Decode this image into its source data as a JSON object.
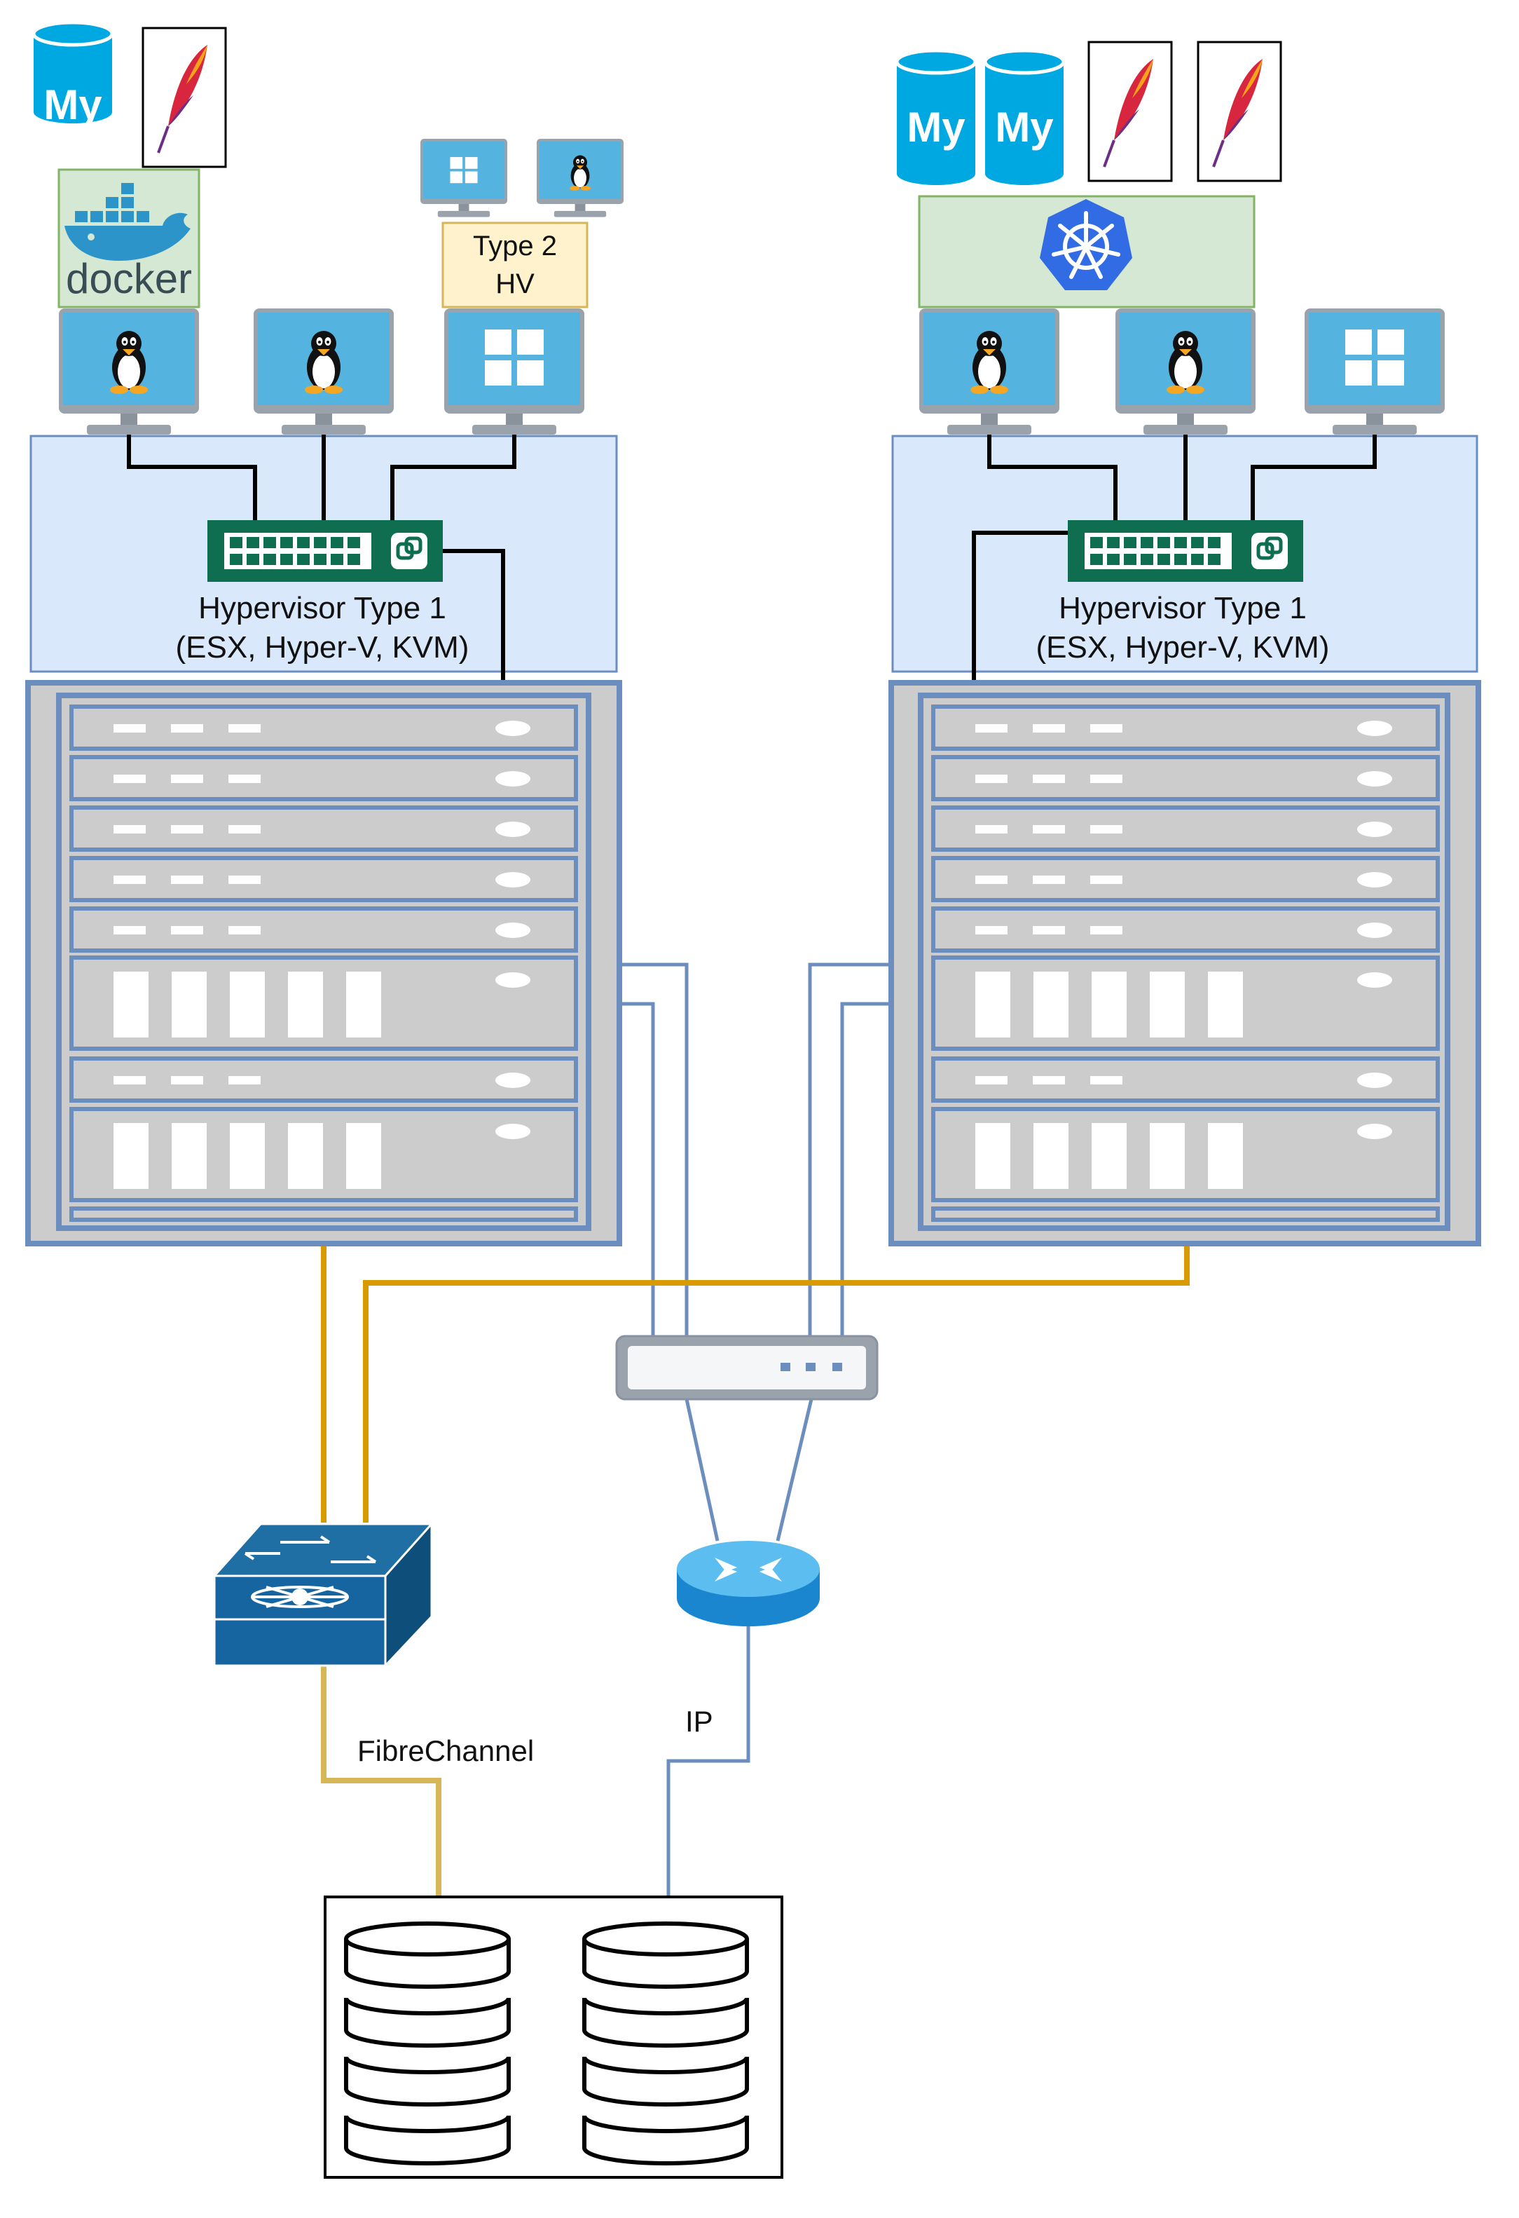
{
  "labels": {
    "type2_line1": "Type 2",
    "type2_line2": "HV",
    "hv_left_line1": "Hypervisor Type 1",
    "hv_left_line2": "(ESX, Hyper-V, KVM)",
    "hv_right_line1": "Hypervisor Type 1",
    "hv_right_line2": "(ESX, Hyper-V, KVM)",
    "fc_label": "FibreChannel",
    "ip_label": "IP"
  },
  "logos": {
    "mysql": "My",
    "docker": "docker"
  },
  "icons": {
    "vm": [
      "linux-vm-icon",
      "windows-vm-icon"
    ],
    "apps": [
      "mysql-icon",
      "apache-feather-icon",
      "docker-icon",
      "kubernetes-icon"
    ],
    "network": [
      "virtual-switch-icon",
      "ethernet-switch-icon",
      "router-icon",
      "fc-switch-icon"
    ],
    "storage": [
      "disk-stack-icon"
    ]
  },
  "colors": {
    "hypervisor_fill": "#dae8fc",
    "hypervisor_stroke": "#6c8ebf",
    "docker_box_fill": "#d5e8d4",
    "docker_box_stroke": "#82b366",
    "type2_fill": "#fff2cc",
    "type2_stroke": "#d6b656",
    "rack_frame": "#6c8ebf",
    "server_fill": "#cccccc",
    "vswitch_fill": "#0f6e4f",
    "fibre_channel_link": "#d79b00",
    "fc_storage_link": "#d6b656",
    "ip_link": "#6c8ebf",
    "mysql_blue": "#00a8e1",
    "kubernetes_blue": "#326ce5",
    "monitor_screen": "#55b4df"
  }
}
